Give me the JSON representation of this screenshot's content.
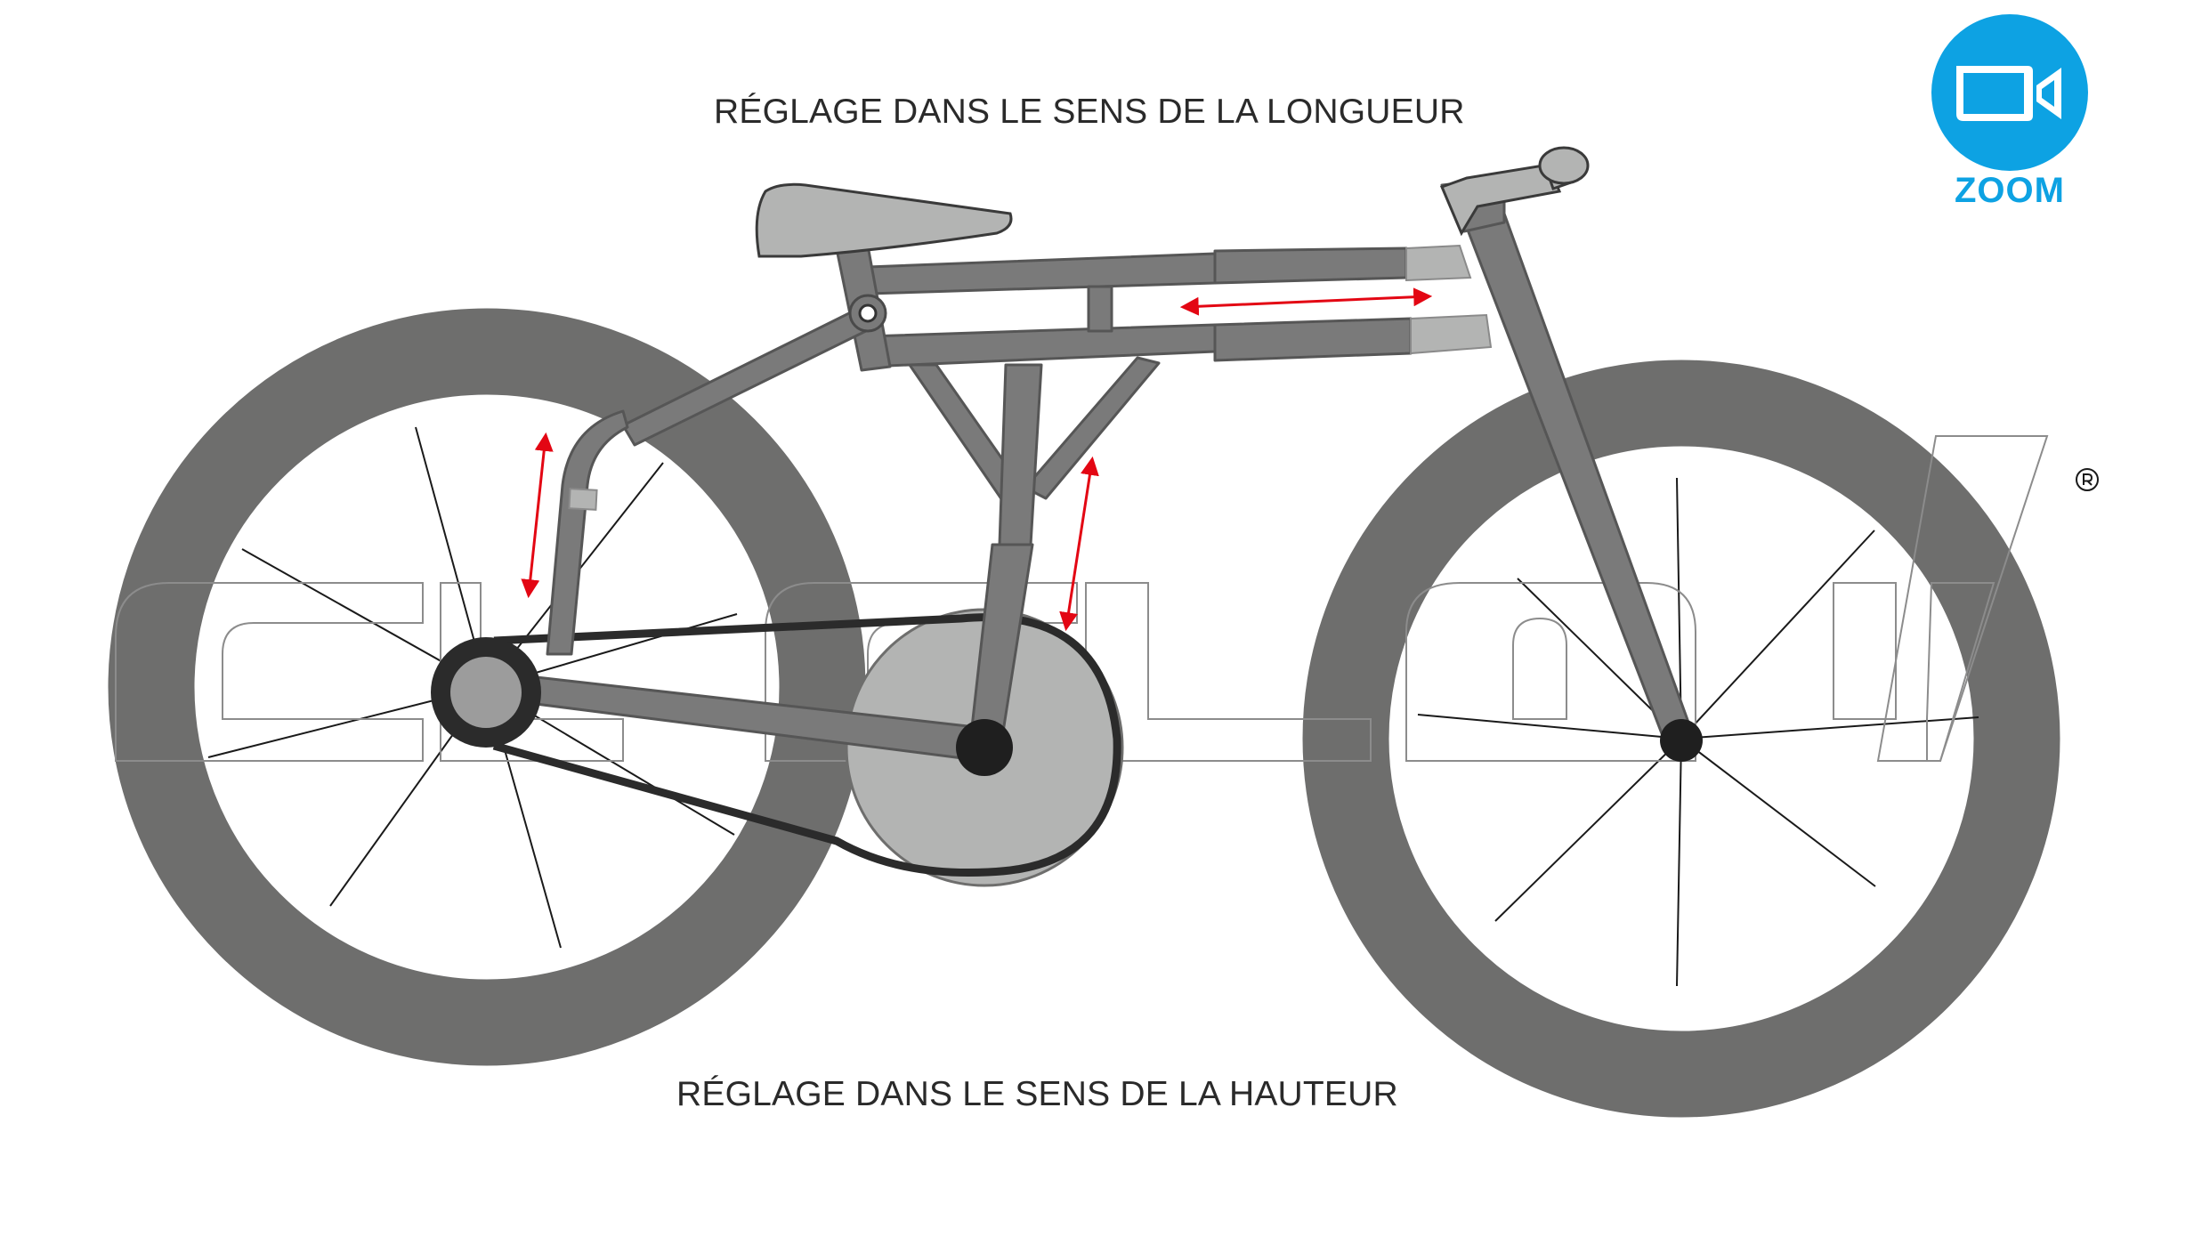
{
  "captions": {
    "top": "RÉGLAGE DANS LE SENS DE LA LONGUEUR",
    "bottom": "RÉGLAGE DANS LE SENS DE LA HAUTEUR"
  },
  "zoom": {
    "label": "ZOOM",
    "icon": "video-camera-icon",
    "color": "#0da2e3"
  },
  "watermark": {
    "icon": "registered-trademark-icon"
  },
  "colors": {
    "tyre": "#6e6e6d",
    "frame": "#7a7a7a",
    "light_part": "#b3b4b3",
    "chain": "#2b2b2b",
    "arrow": "#e30613"
  }
}
